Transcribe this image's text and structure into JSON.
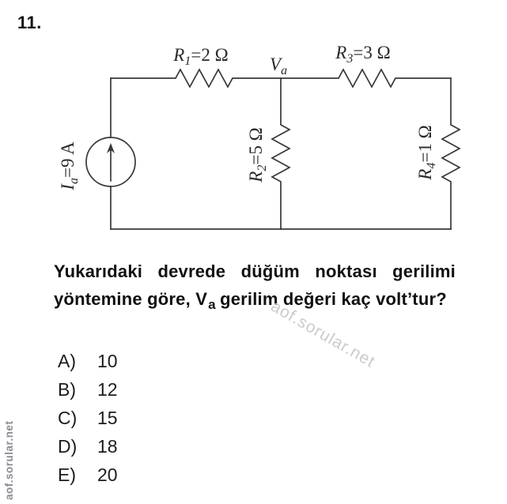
{
  "question_number": "11.",
  "circuit": {
    "line_color": "#383838",
    "labels": {
      "r1": {
        "name": "R",
        "sub": "1",
        "value": "=2 Ω"
      },
      "r3": {
        "name": "R",
        "sub": "3",
        "value": "=3 Ω"
      },
      "r2": {
        "name": "R",
        "sub": "2",
        "value": "=5 Ω"
      },
      "r4": {
        "name": "R",
        "sub": "4",
        "value": "=1 Ω"
      },
      "source": {
        "name": "I",
        "sub": "a",
        "value": "=9 A"
      },
      "node": {
        "name": "V",
        "sub": "a"
      }
    }
  },
  "question": {
    "before_va": "Yukarıdaki devrede düğüm noktası gerilimi yöntemine göre, ",
    "va_symbol": "V",
    "va_sub": "a",
    "after_va": " gerilim değeri kaç volt’tur?"
  },
  "options": [
    {
      "letter": "A)",
      "value": "10"
    },
    {
      "letter": "B)",
      "value": "12"
    },
    {
      "letter": "C)",
      "value": "15"
    },
    {
      "letter": "D)",
      "value": "18"
    },
    {
      "letter": "E)",
      "value": "20"
    }
  ],
  "watermarks": {
    "diagonal": "aof.sorular.net",
    "vertical": "aof.sorular.net",
    "diagonal_color": "#cbcbcb",
    "vertical_color": "#8b8b95"
  }
}
